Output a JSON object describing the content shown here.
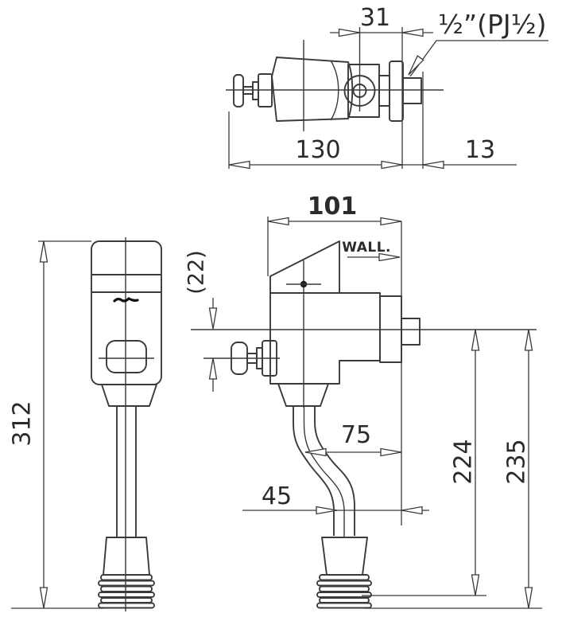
{
  "drawing": {
    "description": "Sensor flush valve installation dimension drawing with three orthographic views (top view, front view with wall reference, left side view)",
    "units": "mm",
    "colors": {
      "line": "#3a3a3a",
      "text": "#2b2b2b",
      "background": "#ffffff"
    },
    "views": {
      "top": {
        "dim_31": "31",
        "dim_130": "130",
        "dim_13": "13",
        "thread_label": "½”(PJ½)"
      },
      "front": {
        "dim_101": "101",
        "wall_label": "WALL.",
        "dim_22": "(22)",
        "dim_75": "75",
        "dim_45": "45",
        "dim_224": "224",
        "dim_235": "235"
      },
      "side": {
        "dim_312": "312"
      }
    }
  }
}
